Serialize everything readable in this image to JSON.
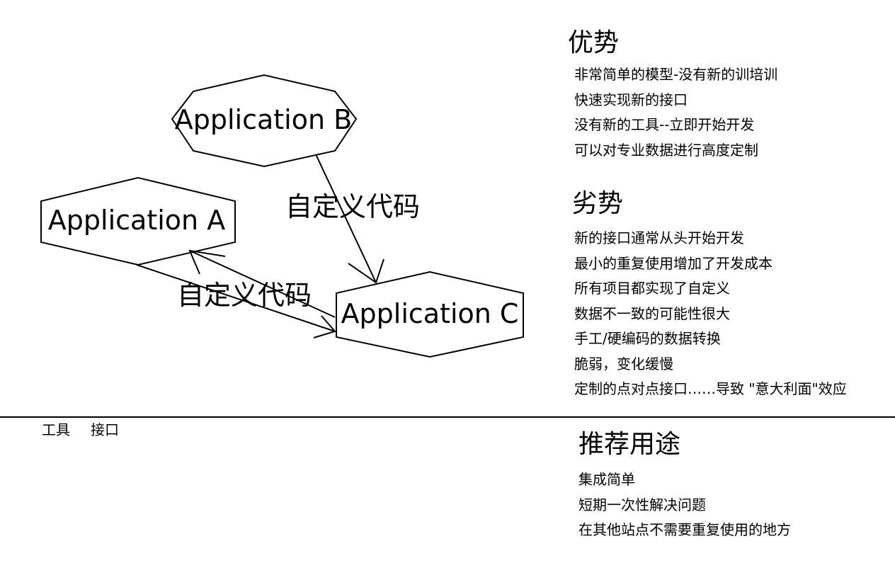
{
  "diagram": {
    "nodes": {
      "a": "Application A",
      "b": "Application B",
      "c": "Application C"
    },
    "edges": {
      "b_to_c": "自定义代码",
      "a_c": "自定义代码"
    }
  },
  "advantages": {
    "title": "优势",
    "items": [
      "非常简单的模型-没有新的训培训",
      "快速实现新的接口",
      "没有新的工具--立即开始开发",
      "可以对专业数据进行高度定制"
    ]
  },
  "disadvantages": {
    "title": "劣势",
    "items": [
      "新的接口通常从头开始开发",
      "最小的重复使用增加了开发成本",
      "所有项目都实现了自定义",
      "数据不一致的可能性很大",
      "手工/硬编码的数据转换",
      "脆弱，变化缓慢",
      "定制的点对点接口……导致 \"意大利面\"效应"
    ]
  },
  "recommended": {
    "title": "推荐用途",
    "items": [
      "集成简单",
      "短期一次性解决问题",
      "在其他站点不需要重复使用的地方"
    ]
  },
  "footer": {
    "tools": "工具",
    "interfaces": "接口"
  }
}
